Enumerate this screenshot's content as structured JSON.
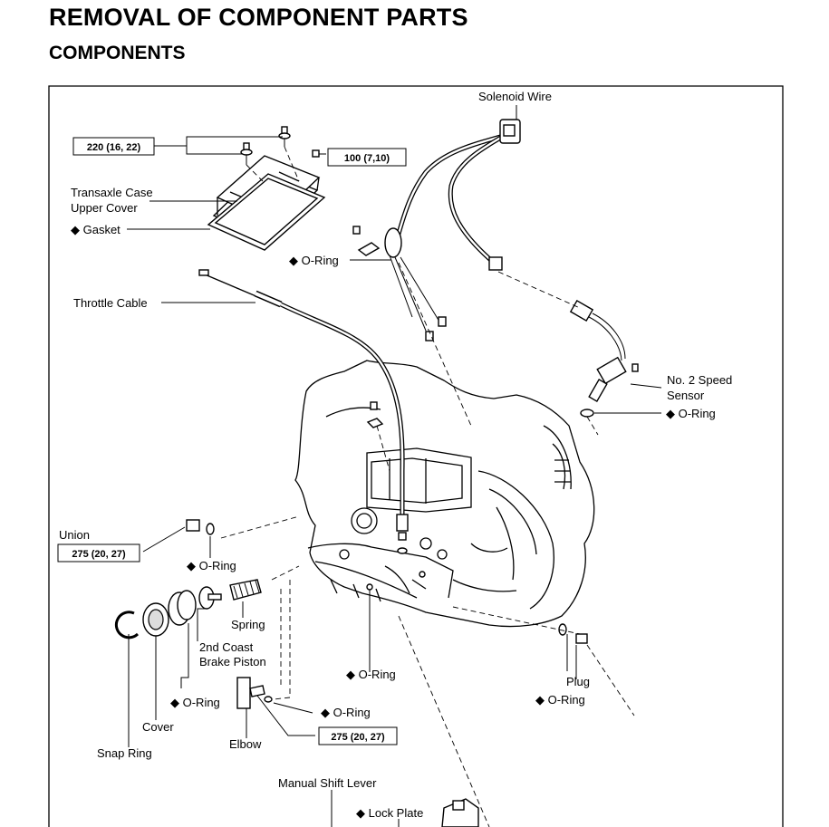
{
  "title": "REMOVAL OF COMPONENT PARTS",
  "subtitle": "COMPONENTS",
  "torque_specs": {
    "cover_bolts": "220 (16, 22)",
    "sensor_bolt": "100 (7,10)",
    "union": "275 (20, 27)",
    "elbow": "275 (20, 27)"
  },
  "labels": {
    "solenoid_wire": "Solenoid Wire",
    "upper_cover_1": "Transaxle Case",
    "upper_cover_2": "Upper Cover",
    "gasket": "◆  Gasket",
    "oring_top": "◆  O-Ring",
    "throttle_cable": "Throttle Cable",
    "speed_sensor_1": "No. 2 Speed",
    "speed_sensor_2": "Sensor",
    "oring_sensor": "◆  O-Ring",
    "union": "Union",
    "oring_union": "◆  O-Ring",
    "spring": "Spring",
    "piston_1": "2nd Coast",
    "piston_2": "Brake Piston",
    "oring_mid": "◆  O-Ring",
    "plug": "Plug",
    "oring_plug": "◆  O-Ring",
    "oring_piston": "◆  O-Ring",
    "oring_elbow": "◆  O-Ring",
    "cover": "Cover",
    "elbow": "Elbow",
    "snap_ring": "Snap Ring",
    "manual_shift_lever": "Manual Shift Lever",
    "lock_plate": "◆  Lock Plate"
  },
  "colors": {
    "ink": "#000000",
    "paper": "#ffffff"
  }
}
